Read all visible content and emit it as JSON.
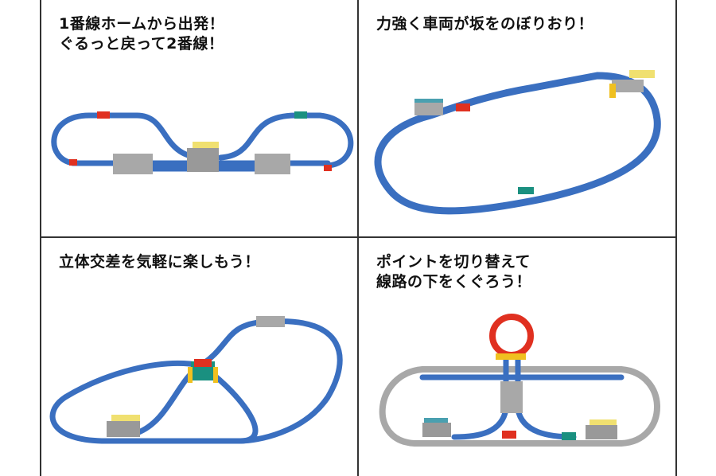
{
  "panels": [
    {
      "caption_lines": [
        "1番線ホームから出発！",
        "ぐるっと戻って2番線！"
      ]
    },
    {
      "caption_lines": [
        "力強く車両が坂をのぼりおり！"
      ]
    },
    {
      "caption_lines": [
        "立体交差を気軽に楽しもう！"
      ]
    },
    {
      "caption_lines": [
        "ポイントを切り替えて",
        "線路の下をくぐろう！"
      ]
    }
  ],
  "colors": {
    "track": "#3a6fc0",
    "track_dark": "#2a55a0",
    "gray": "#a8a8a8",
    "red": "#e03020",
    "teal": "#1a9080",
    "yellow": "#f0e070"
  }
}
